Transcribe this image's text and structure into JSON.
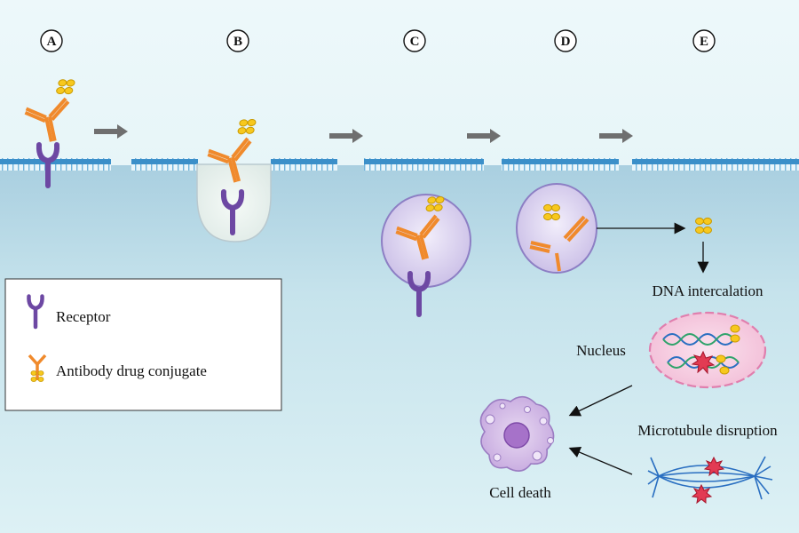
{
  "steps": [
    {
      "id": "A"
    },
    {
      "id": "B"
    },
    {
      "id": "C"
    },
    {
      "id": "D"
    },
    {
      "id": "E"
    }
  ],
  "legend": {
    "receptor": "Receptor",
    "adc": "Antibody drug conjugate"
  },
  "labels": {
    "dna_intercalation": "DNA intercalation",
    "nucleus": "Nucleus",
    "microtubule_disruption": "Microtubule disruption",
    "cell_death": "Cell death"
  },
  "colors": {
    "extracellular": "#e3f3f6",
    "cytoplasm": "#b9dbe5",
    "membrane": "#3b8fc9",
    "receptor": "#7a4fa8",
    "antibody": "#f08a2c",
    "drug": "#f7c81e",
    "vesicle": "#d3c9ec",
    "nucleus": "#f6c9df",
    "dna_blue": "#2a6fc1",
    "dna_green": "#2fa36b",
    "microtubule": "#2a6fc1"
  }
}
